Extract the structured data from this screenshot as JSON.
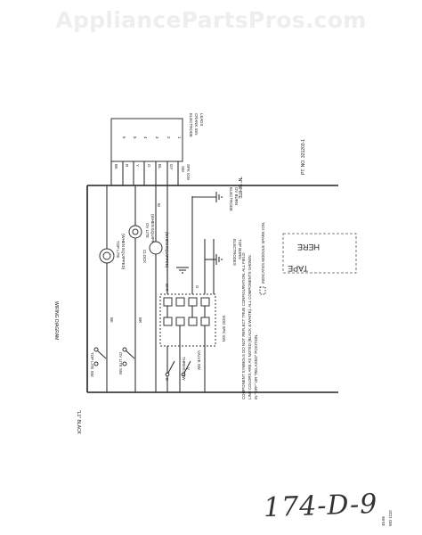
{
  "watermark": "AppliancePartsPros.com",
  "diagram": {
    "title": "WIRING DIAGRAM",
    "l1_label": "\"L1\" BLACK",
    "n_label": "\"N\" WHITE",
    "wire_colors": {
      "bk": "BK",
      "br": "BR",
      "r": "R",
      "y": "Y",
      "o": "O",
      "bl": "BL",
      "w": "W",
      "gy": "GY",
      "wr": "W-R",
      "g": "G",
      "d": "D",
      "v": "V"
    },
    "components": {
      "top_lite_sw": "TOP LITE SW",
      "ov_lite_sw": "OV LITE SW",
      "top_lite": "TOP LITE",
      "top_lite_note": "(WHEN EQUIPPED)",
      "ov_lite": "OV LITE",
      "ov_lite_note": "(WHEN EQUIPPED)",
      "clock": "CLOCK",
      "clock_note": "(WHEN EQUIPPED)",
      "thrmst_sw": "THRMST SW",
      "valve_sw": "VALVE SW",
      "mod_spk_ign": "MOD SPK IGN",
      "electrodes_top": "ELECTRODES",
      "electrodes_top_sub": "TOP BURN",
      "electrode_ov": "ELECTRODE",
      "electrode_ov_sub": "OV BURN",
      "electrode_crank": "ELECTRODE",
      "electrode_crank_sub1": "CRANK IGN",
      "electrode_crank_sub2": "LEADS",
      "sw_label": "SW",
      "spk_ign": "SPK IGN"
    },
    "terminals": [
      "1",
      "2",
      "3",
      "4",
      "5",
      "6",
      "7",
      "8"
    ],
    "notes": [
      "COMPONENT SYMBOLS DO NOT REFLECT TRUE CONFIGURATION. ALL FIELD",
      "LINE COLORS ARE AS NOTED (BLACK & WHITE). ALL COMPONENTS SHOWN",
      "IN \"OFF\" OR \"RELAXED\" POSITION.",
      "INDICATES MODULE SPARK IGN."
    ],
    "part_no": "PT. NO. 321203-1",
    "tape_label": "TAPE",
    "here_label": "HERE",
    "code1": "45.86",
    "code2": "WD 1110"
  },
  "handwriting": "174-D-9"
}
